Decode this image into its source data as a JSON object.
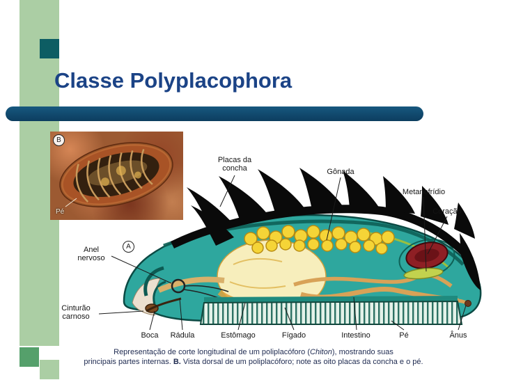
{
  "slide": {
    "title": "Classe Polyplacophora"
  },
  "figure": {
    "main_marker": "A",
    "inset": {
      "marker": "B",
      "foot_label": "Pé"
    },
    "labels": {
      "placas": "Placas da concha",
      "gonada": "Gônada",
      "metanefridio": "Metanefrídio",
      "coracao": "Coração",
      "anel_nervoso": "Anel nervoso",
      "cinturao": "Cinturão carnoso",
      "boca": "Boca",
      "radula": "Rádula",
      "estomago": "Estômago",
      "figado": "Fígado",
      "intestino": "Intestino",
      "pe": "Pé",
      "anus": "Ânus"
    },
    "caption": {
      "line1_pre": "Representação de corte longitudinal de um poliplacóforo (",
      "line1_italic": "Chiton",
      "line1_post": "), mostrando suas",
      "line2_pre": "principais partes internas. ",
      "line2_bold": "B.",
      "line2_post": " Vista dorsal de um poliplacóforo; note as oito placas da concha e o pé."
    }
  },
  "colors": {
    "sidebar_green": "#abcea4",
    "accent_square_teal": "#0d5d63",
    "title_blue": "#1b4386",
    "title_bar_navy": "#0c3d5f",
    "body_teal": "#2ea79e",
    "gonad_yellow": "#f5d437",
    "heart_red": "#8e1f24",
    "stomach_cream": "#f7eebc"
  }
}
